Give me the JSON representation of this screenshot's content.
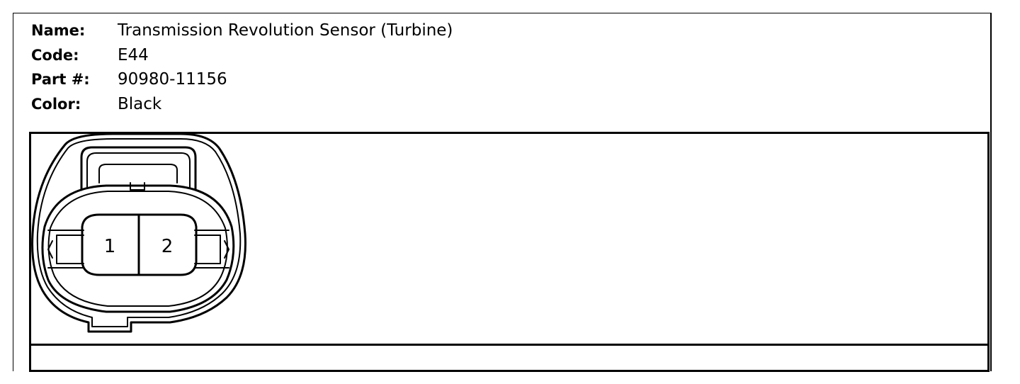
{
  "info": {
    "name_label": "Name:",
    "name_value": "Transmission Revolution Sensor (Turbine)",
    "code_label": "Code:",
    "code_value": "E44",
    "part_label": "Part #:",
    "part_value": "90980-11156",
    "color_label": "Color:",
    "color_value": "Black"
  },
  "connector": {
    "pins": [
      "1",
      "2"
    ]
  }
}
